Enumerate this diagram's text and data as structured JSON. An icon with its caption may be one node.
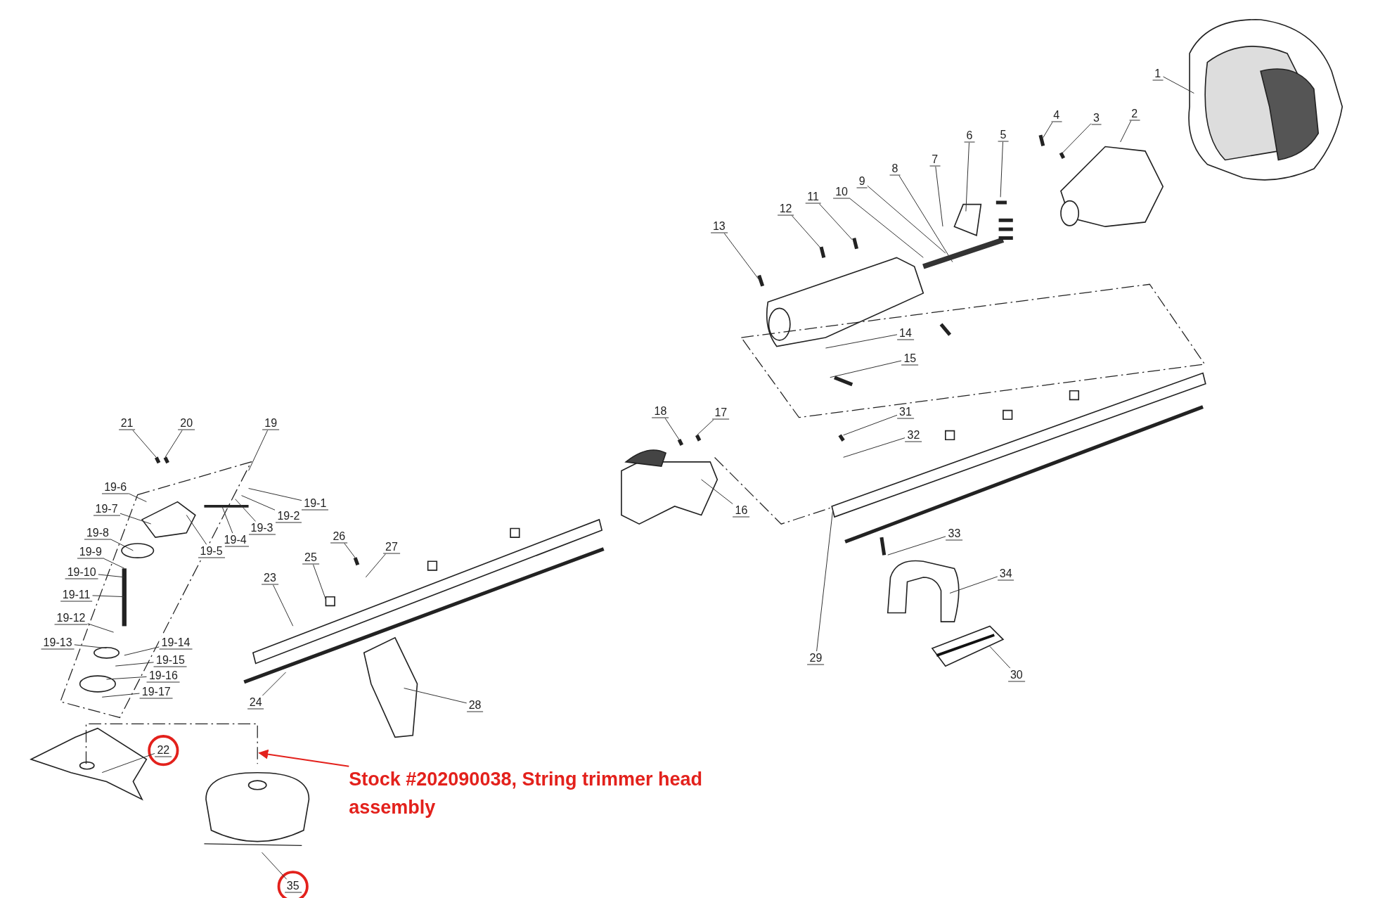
{
  "diagram": {
    "nodes": [
      {
        "text": [
          "1"
        ]
      },
      {
        "text": [
          "2"
        ]
      },
      {
        "text": [
          "3"
        ]
      },
      {
        "text": [
          "4"
        ]
      },
      {
        "text": [
          "5"
        ]
      },
      {
        "text": [
          "6"
        ]
      },
      {
        "text": [
          "7"
        ]
      },
      {
        "text": [
          "8"
        ]
      },
      {
        "text": [
          "9"
        ]
      },
      {
        "text": [
          "10"
        ]
      },
      {
        "text": [
          "11"
        ]
      },
      {
        "text": [
          "12"
        ]
      },
      {
        "text": [
          "13"
        ]
      },
      {
        "text": [
          "14"
        ]
      },
      {
        "text": [
          "15"
        ]
      },
      {
        "text": [
          "16"
        ]
      },
      {
        "text": [
          "17"
        ]
      },
      {
        "text": [
          "18"
        ]
      },
      {
        "text": [
          "19"
        ]
      },
      {
        "text": [
          "20"
        ]
      },
      {
        "text": [
          "21"
        ]
      },
      {
        "text": [
          "19-1"
        ]
      },
      {
        "text": [
          "19-2"
        ]
      },
      {
        "text": [
          "19-3"
        ]
      },
      {
        "text": [
          "19-4"
        ]
      },
      {
        "text": [
          "19-5"
        ]
      },
      {
        "text": [
          "19-6"
        ]
      },
      {
        "text": [
          "19-7"
        ]
      },
      {
        "text": [
          "19-8"
        ]
      },
      {
        "text": [
          "19-9"
        ]
      },
      {
        "text": [
          "19-10"
        ]
      },
      {
        "text": [
          "19-11"
        ]
      },
      {
        "text": [
          "19-12"
        ]
      },
      {
        "text": [
          "19-13"
        ]
      },
      {
        "text": [
          "19-14"
        ]
      },
      {
        "text": [
          "19-15"
        ]
      },
      {
        "text": [
          "19-16"
        ]
      },
      {
        "text": [
          "19-17"
        ]
      },
      {
        "text": [
          "22"
        ]
      },
      {
        "text": [
          "23"
        ]
      },
      {
        "text": [
          "24"
        ]
      },
      {
        "text": [
          "25"
        ]
      },
      {
        "text": [
          "26"
        ]
      },
      {
        "text": [
          "27"
        ]
      },
      {
        "text": [
          "28"
        ]
      },
      {
        "text": [
          "29"
        ]
      },
      {
        "text": [
          "30"
        ]
      },
      {
        "text": [
          "31"
        ]
      },
      {
        "text": [
          "32"
        ]
      },
      {
        "text": [
          "33"
        ]
      },
      {
        "text": [
          "34"
        ]
      },
      {
        "text": [
          "35"
        ]
      },
      {
        "text": [
          "Stock #202090038, String trimmer head assembly"
        ]
      }
    ],
    "edges": [
      {
        "from": 0,
        "to": null,
        "arrow": "none"
      },
      {
        "from": 1,
        "to": null,
        "arrow": "none"
      },
      {
        "from": 2,
        "to": null,
        "arrow": "none"
      },
      {
        "from": 3,
        "to": null,
        "arrow": "none"
      },
      {
        "from": 4,
        "to": null,
        "arrow": "none"
      },
      {
        "from": 5,
        "to": null,
        "arrow": "none"
      },
      {
        "from": 6,
        "to": null,
        "arrow": "none"
      },
      {
        "from": 7,
        "to": null,
        "arrow": "none"
      },
      {
        "from": 8,
        "to": null,
        "arrow": "none"
      },
      {
        "from": 9,
        "to": null,
        "arrow": "none"
      },
      {
        "from": 10,
        "to": null,
        "arrow": "none"
      },
      {
        "from": 11,
        "to": null,
        "arrow": "none"
      },
      {
        "from": 12,
        "to": null,
        "arrow": "none"
      },
      {
        "from": 13,
        "to": null,
        "arrow": "none"
      },
      {
        "from": 14,
        "to": null,
        "arrow": "none"
      },
      {
        "from": 15,
        "to": null,
        "arrow": "none"
      },
      {
        "from": 16,
        "to": null,
        "arrow": "none"
      },
      {
        "from": 17,
        "to": null,
        "arrow": "none"
      },
      {
        "from": 18,
        "to": null,
        "arrow": "none"
      },
      {
        "from": 19,
        "to": null,
        "arrow": "none"
      },
      {
        "from": 20,
        "to": null,
        "arrow": "none"
      },
      {
        "from": 21,
        "to": null,
        "arrow": "none"
      },
      {
        "from": 22,
        "to": null,
        "arrow": "none"
      },
      {
        "from": 23,
        "to": null,
        "arrow": "none"
      },
      {
        "from": 24,
        "to": null,
        "arrow": "none"
      },
      {
        "from": 25,
        "to": null,
        "arrow": "none"
      },
      {
        "from": 26,
        "to": null,
        "arrow": "none"
      },
      {
        "from": 27,
        "to": null,
        "arrow": "none"
      },
      {
        "from": 28,
        "to": null,
        "arrow": "none"
      },
      {
        "from": 29,
        "to": null,
        "arrow": "none"
      },
      {
        "from": 30,
        "to": null,
        "arrow": "none"
      },
      {
        "from": 31,
        "to": null,
        "arrow": "none"
      },
      {
        "from": 32,
        "to": null,
        "arrow": "none"
      },
      {
        "from": 33,
        "to": null,
        "arrow": "none"
      },
      {
        "from": 34,
        "to": null,
        "arrow": "none"
      },
      {
        "from": 35,
        "to": null,
        "arrow": "none"
      },
      {
        "from": 36,
        "to": null,
        "arrow": "none"
      },
      {
        "from": 37,
        "to": null,
        "arrow": "none"
      },
      {
        "from": 38,
        "to": null,
        "arrow": "none"
      },
      {
        "from": 39,
        "to": null,
        "arrow": "none"
      },
      {
        "from": 40,
        "to": null,
        "arrow": "none"
      },
      {
        "from": 41,
        "to": null,
        "arrow": "none"
      },
      {
        "from": 42,
        "to": null,
        "arrow": "none"
      },
      {
        "from": 43,
        "to": null,
        "arrow": "none"
      },
      {
        "from": 44,
        "to": null,
        "arrow": "none"
      },
      {
        "from": 45,
        "to": null,
        "arrow": "none"
      },
      {
        "from": 46,
        "to": null,
        "arrow": "none"
      },
      {
        "from": 47,
        "to": null,
        "arrow": "none"
      },
      {
        "from": 48,
        "to": null,
        "arrow": "none"
      },
      {
        "from": 49,
        "to": null,
        "arrow": "none"
      },
      {
        "from": 50,
        "to": null,
        "arrow": "none"
      },
      {
        "from": 51,
        "to": null,
        "arrow": "none"
      },
      {
        "from": 52,
        "to": null,
        "arrow": "to",
        "color": "#e3211c"
      }
    ]
  }
}
